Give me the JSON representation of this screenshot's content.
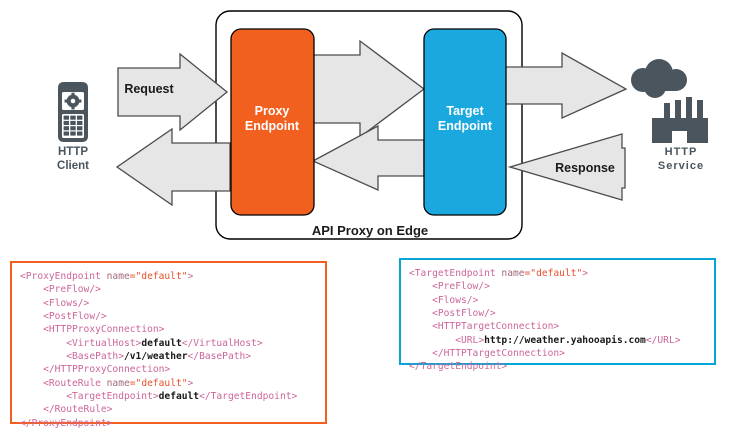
{
  "diagram": {
    "title": "API Proxy on Edge",
    "nodes": {
      "client": {
        "icon": "mobile-phone-gear-icon",
        "line1": "HTTP",
        "line2": "Client"
      },
      "proxy_endpoint": {
        "line1": "Proxy",
        "line2": "Endpoint",
        "color": "#f2601f"
      },
      "target_endpoint": {
        "line1": "Target",
        "line2": "Endpoint",
        "color": "#1ba8de"
      },
      "service": {
        "icon": "cloud-factory-icon",
        "line1": "HTTP",
        "line2": "Service"
      }
    },
    "arrows": {
      "request": "Request",
      "response": "Response",
      "arrow_fill": "#e6e6e6",
      "arrow_stroke": "#4d4d4d"
    }
  },
  "code": {
    "proxy": {
      "accent": "#f2601f",
      "lines": [
        [
          {
            "t": "tag",
            "v": "<ProxyEndpoint "
          },
          {
            "t": "attr-name",
            "v": "name"
          },
          {
            "t": "attr-val",
            "v": "=\"default\""
          },
          {
            "t": "tag",
            "v": ">"
          }
        ],
        [
          {
            "t": "plain",
            "v": "    "
          },
          {
            "t": "tag",
            "v": "<PreFlow/>"
          }
        ],
        [
          {
            "t": "plain",
            "v": "    "
          },
          {
            "t": "tag",
            "v": "<Flows/>"
          }
        ],
        [
          {
            "t": "plain",
            "v": "    "
          },
          {
            "t": "tag",
            "v": "<PostFlow/>"
          }
        ],
        [
          {
            "t": "plain",
            "v": "    "
          },
          {
            "t": "tag",
            "v": "<HTTPProxyConnection>"
          }
        ],
        [
          {
            "t": "plain",
            "v": "        "
          },
          {
            "t": "tag",
            "v": "<VirtualHost>"
          },
          {
            "t": "txt",
            "v": "default"
          },
          {
            "t": "tag",
            "v": "</VirtualHost>"
          }
        ],
        [
          {
            "t": "plain",
            "v": "        "
          },
          {
            "t": "tag",
            "v": "<BasePath>"
          },
          {
            "t": "txt",
            "v": "/v1/weather"
          },
          {
            "t": "tag",
            "v": "</BasePath>"
          }
        ],
        [
          {
            "t": "plain",
            "v": "    "
          },
          {
            "t": "tag",
            "v": "</HTTPProxyConnection>"
          }
        ],
        [
          {
            "t": "plain",
            "v": "    "
          },
          {
            "t": "tag",
            "v": "<RouteRule "
          },
          {
            "t": "attr-name",
            "v": "name"
          },
          {
            "t": "attr-val",
            "v": "=\"default\""
          },
          {
            "t": "tag",
            "v": ">"
          }
        ],
        [
          {
            "t": "plain",
            "v": "        "
          },
          {
            "t": "tag",
            "v": "<TargetEndpoint>"
          },
          {
            "t": "txt",
            "v": "default"
          },
          {
            "t": "tag",
            "v": "</TargetEndpoint>"
          }
        ],
        [
          {
            "t": "plain",
            "v": "    "
          },
          {
            "t": "tag",
            "v": "</RouteRule>"
          }
        ],
        [
          {
            "t": "tag",
            "v": "</ProxyEndpoint>"
          }
        ]
      ]
    },
    "target": {
      "accent": "#07a5d6",
      "lines": [
        [
          {
            "t": "tag",
            "v": "<TargetEndpoint "
          },
          {
            "t": "attr-name",
            "v": "name"
          },
          {
            "t": "attr-val",
            "v": "=\"default\""
          },
          {
            "t": "tag",
            "v": ">"
          }
        ],
        [
          {
            "t": "plain",
            "v": "    "
          },
          {
            "t": "tag",
            "v": "<PreFlow/>"
          }
        ],
        [
          {
            "t": "plain",
            "v": "    "
          },
          {
            "t": "tag",
            "v": "<Flows/>"
          }
        ],
        [
          {
            "t": "plain",
            "v": "    "
          },
          {
            "t": "tag",
            "v": "<PostFlow/>"
          }
        ],
        [
          {
            "t": "plain",
            "v": "    "
          },
          {
            "t": "tag",
            "v": "<HTTPTargetConnection>"
          }
        ],
        [
          {
            "t": "plain",
            "v": "        "
          },
          {
            "t": "tag",
            "v": "<URL>"
          },
          {
            "t": "txt",
            "v": "http://weather.yahooapis.com"
          },
          {
            "t": "tag",
            "v": "</URL>"
          }
        ],
        [
          {
            "t": "plain",
            "v": "    "
          },
          {
            "t": "tag",
            "v": "</HTTPTargetConnection>"
          }
        ],
        [
          {
            "t": "tag",
            "v": "</TargetEndpoint>"
          }
        ]
      ]
    }
  }
}
